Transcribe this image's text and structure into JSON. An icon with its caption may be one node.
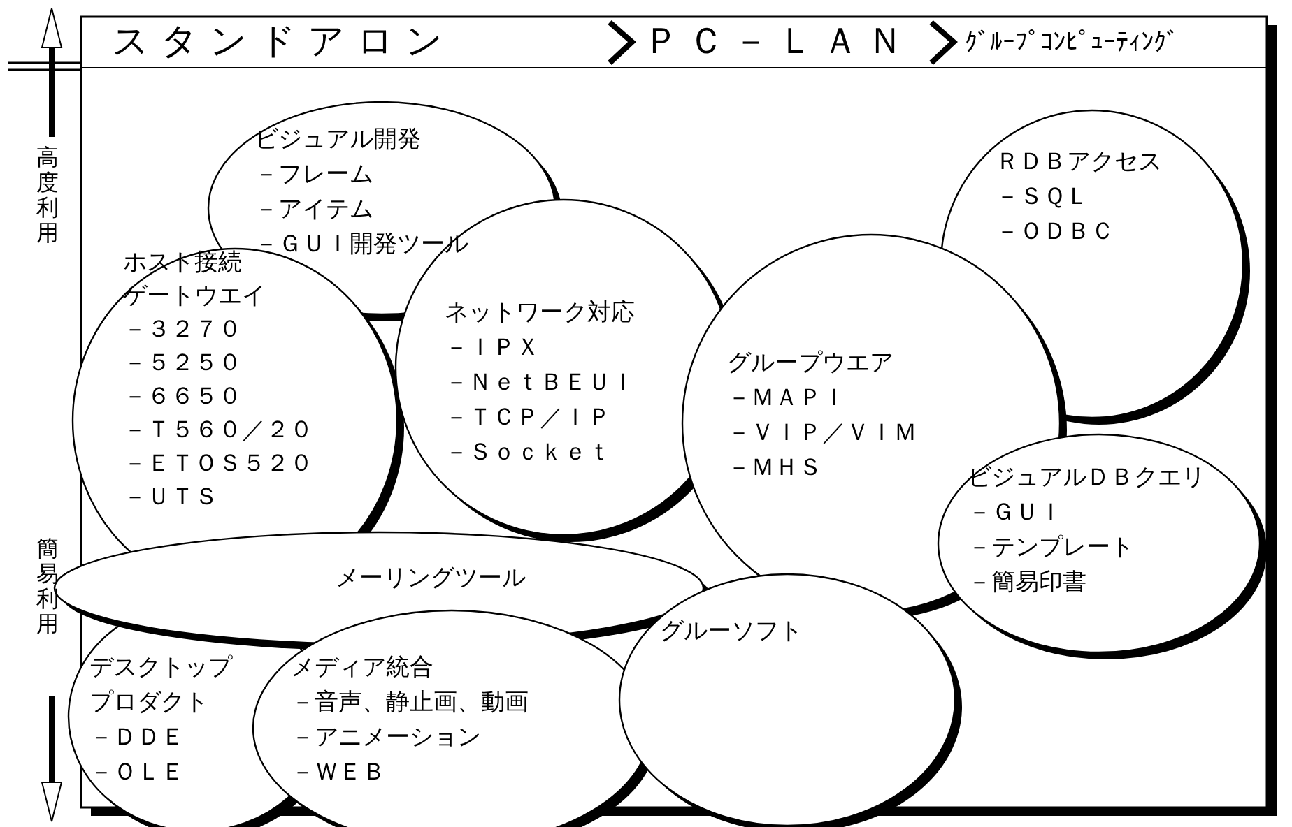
{
  "diagram": {
    "nodes": [
      {
        "text": [
          "スタンドアロン",
          "ＰＣ－ＬＡＮ",
          "ｸﾞﾙｰﾌﾟｺﾝﾋﾟｭｰﾃｨﾝｸﾞ"
        ]
      },
      {
        "text": [
          "ビジュアル開発",
          "－フレーム",
          "－アイテム",
          "－ＧＵＩ開発ツール"
        ]
      },
      {
        "text": [
          "ＲＤＢアクセス",
          "－ＳＱＬ",
          "－ＯＤＢＣ"
        ]
      },
      {
        "text": [
          "ホスト接続",
          "ゲートウエイ",
          "－３２７０",
          "－５２５０",
          "－６６５０",
          "－Ｔ５６０／２０",
          "－ＥＴＯＳ５２０",
          "－ＵＴＳ"
        ]
      },
      {
        "text": [
          "ネットワーク対応",
          "－ＩＰＸ",
          "－ＮｅｔＢＥＵＩ",
          "－ＴＣＰ／ＩＰ",
          "－Ｓｏｃｋｅｔ"
        ]
      },
      {
        "text": [
          "グループウエア",
          "－ＭＡＰＩ",
          "－ＶＩＰ／ＶＩＭ",
          "－ＭＨＳ"
        ]
      },
      {
        "text": [
          "ビジュアルＤＢクエリ",
          "－ＧＵＩ",
          "－テンプレート",
          "－簡易印書"
        ]
      },
      {
        "text": [
          "メーリングツール"
        ]
      },
      {
        "text": [
          "デスクトップ",
          "プロダクト",
          "－ＤＤＥ",
          "－ＯＬＥ"
        ]
      },
      {
        "text": [
          "メディア統合",
          "－音声、静止画、動画",
          "－アニメーション",
          "－ＷＥＢ"
        ]
      },
      {
        "text": [
          "グルーソフト"
        ]
      }
    ],
    "labels": [
      "高度利用",
      "簡易利用"
    ]
  }
}
